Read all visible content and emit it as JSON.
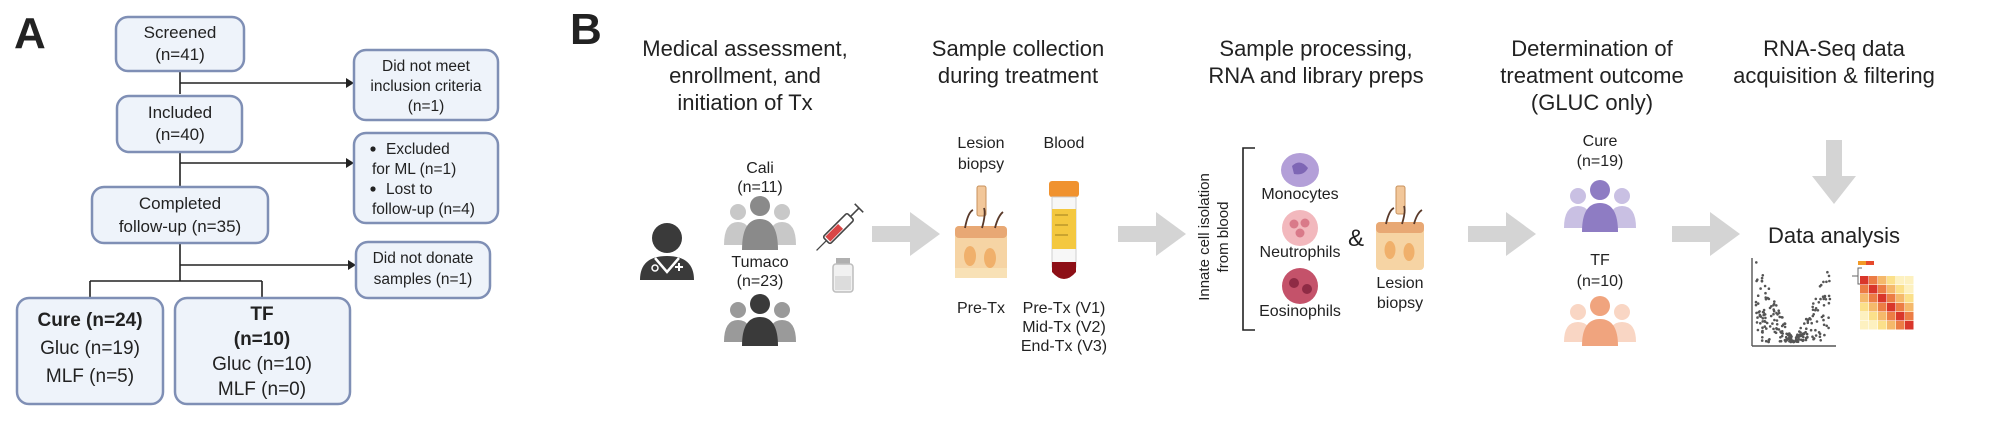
{
  "panel_a": {
    "label": "A",
    "screened": {
      "title": "Screened",
      "count": "(n=41)"
    },
    "not_meet": {
      "line1": "Did not meet",
      "line2": "inclusion criteria",
      "line3": "(n=1)"
    },
    "included": {
      "title": "Included",
      "count": "(n=40)"
    },
    "excluded": {
      "bullet1a": "Excluded",
      "bullet1b": "for ML (n=1)",
      "bullet2a": "Lost to",
      "bullet2b": "follow-up (n=4)"
    },
    "completed": {
      "title": "Completed",
      "count": "follow-up (n=35)"
    },
    "no_donate": {
      "line1": "Did not donate",
      "line2": "samples (n=1)"
    },
    "cure": {
      "title": "Cure (n=24)",
      "gluc": "Gluc (n=19)",
      "mlf": "MLF (n=5)"
    },
    "tf": {
      "title": "TF",
      "count": "(n=10)",
      "gluc": "Gluc (n=10)",
      "mlf": "MLF (n=0)"
    }
  },
  "panel_b": {
    "label": "B",
    "step1": {
      "line1": "Medical assessment,",
      "line2": "enrollment, and",
      "line3": "initiation of Tx"
    },
    "step2": {
      "line1": "Sample collection",
      "line2": "during treatment"
    },
    "step3": {
      "line1": "Sample processing,",
      "line2": "RNA and library preps"
    },
    "step4": {
      "line1": "Determination of",
      "line2": "treatment outcome",
      "line3": "(GLUC only)"
    },
    "step5": {
      "line1": "RNA-Seq data",
      "line2": "acquisition & filtering"
    },
    "cali": {
      "name": "Cali",
      "count": "(n=11)"
    },
    "tumaco": {
      "name": "Tumaco",
      "count": "(n=23)"
    },
    "lesion_biopsy": {
      "line1": "Lesion",
      "line2": "biopsy"
    },
    "pre_tx": "Pre-Tx",
    "blood": {
      "title": "Blood",
      "v1": "Pre-Tx (V1)",
      "v2": "Mid-Tx (V2)",
      "v3": "End-Tx (V3)"
    },
    "innate": {
      "line1": "Innate cell isolation",
      "line2": "from blood"
    },
    "cells": {
      "monocytes": "Monocytes",
      "neutrophils": "Neutrophils",
      "eosinophils": "Eosinophils"
    },
    "ampersand": "&",
    "lesion2": {
      "line1": "Lesion",
      "line2": "biopsy"
    },
    "cure_out": {
      "name": "Cure",
      "count": "(n=19)"
    },
    "tf_out": {
      "name": "TF",
      "count": "(n=10)"
    },
    "analysis": "Data analysis"
  },
  "colors": {
    "box_fill": "#eef3fa",
    "box_stroke": "#7f8fb5",
    "arrow_gray": "#d4d4d4",
    "cure_purple": "#8e7cc3",
    "tf_peach": "#f0a47e",
    "people_gray": "#8a8a8a",
    "monocyte": "#b39fd8",
    "neutrophil": "#f2b8bd",
    "eosinophil": "#c4526a",
    "heatmap_red": "#d9362b",
    "heatmap_yellow": "#fbe08a"
  }
}
